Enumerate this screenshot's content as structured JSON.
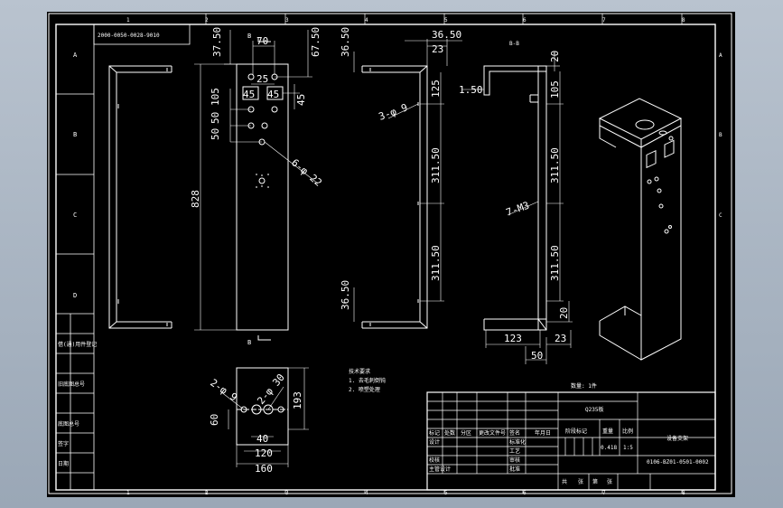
{
  "sheet": {
    "drawing_code": "2000-0050-0028-9010",
    "part_number": "0106-BZ01-0501-0002",
    "weight": "0.418",
    "scale": "1:5",
    "section_label": "B-B",
    "cut_label_top": "B",
    "cut_label_bottom": "B"
  },
  "border": {
    "columns": [
      "1",
      "2",
      "3",
      "4",
      "5",
      "6",
      "7",
      "8"
    ],
    "rows": [
      "A",
      "B",
      "C",
      "D"
    ]
  },
  "dims": {
    "front": {
      "d3750": "37.50",
      "d6750": "67.50",
      "d70": "70",
      "d25": "25",
      "d45a": "45",
      "d45b": "45",
      "d45c": "45",
      "d105": "105",
      "d50a": "50",
      "d50b": "50",
      "d828": "828",
      "holes6": "6-φ 22"
    },
    "side": {
      "d3650top": "36.50",
      "d3650right": "36.50",
      "d23": "23",
      "d125": "125",
      "holes3": "3-φ 9",
      "d31150a": "311.50",
      "d31150b": "311.50",
      "d3650bot": "36.50"
    },
    "section": {
      "d150": "1.50",
      "d20a": "20",
      "d105": "105",
      "d31150a": "311.50",
      "thread": "7-M3",
      "d31150b": "311.50",
      "d20b": "20",
      "d123": "123",
      "d23": "23",
      "d50": "50"
    },
    "bottom": {
      "holes2a": "2-φ 9",
      "holes2b": "2-φ 30",
      "d193": "193",
      "d60": "60",
      "d40": "40",
      "d120": "120",
      "d160": "160"
    }
  },
  "notes": {
    "title": "技术要求",
    "line1": "1. 去毛刺倒钝",
    "line2": "2. 喷塑处理"
  },
  "left_strip": [
    "借(通)用件登记",
    "旧底图总号",
    "底图总号",
    "签字",
    "日期"
  ],
  "title_block": {
    "material": "Q235板",
    "name": "设备支架",
    "col_headers": [
      "标记",
      "处数",
      "分区",
      "更改文件号",
      "签名",
      "年月日"
    ],
    "row_labels": [
      "设计",
      "校核",
      "主管设计"
    ],
    "mid_labels": [
      "标准化",
      "工艺",
      "审核",
      "批准"
    ],
    "stage_label": "阶段标记",
    "weight_label": "重量",
    "scale_label": "比例",
    "bottom_labels": [
      "共",
      "张",
      "第",
      "张"
    ],
    "heading": "数量: 1件"
  },
  "colors": {
    "paper": "#000000",
    "line": "#ffffff",
    "hidden": "#bfbfbf"
  }
}
